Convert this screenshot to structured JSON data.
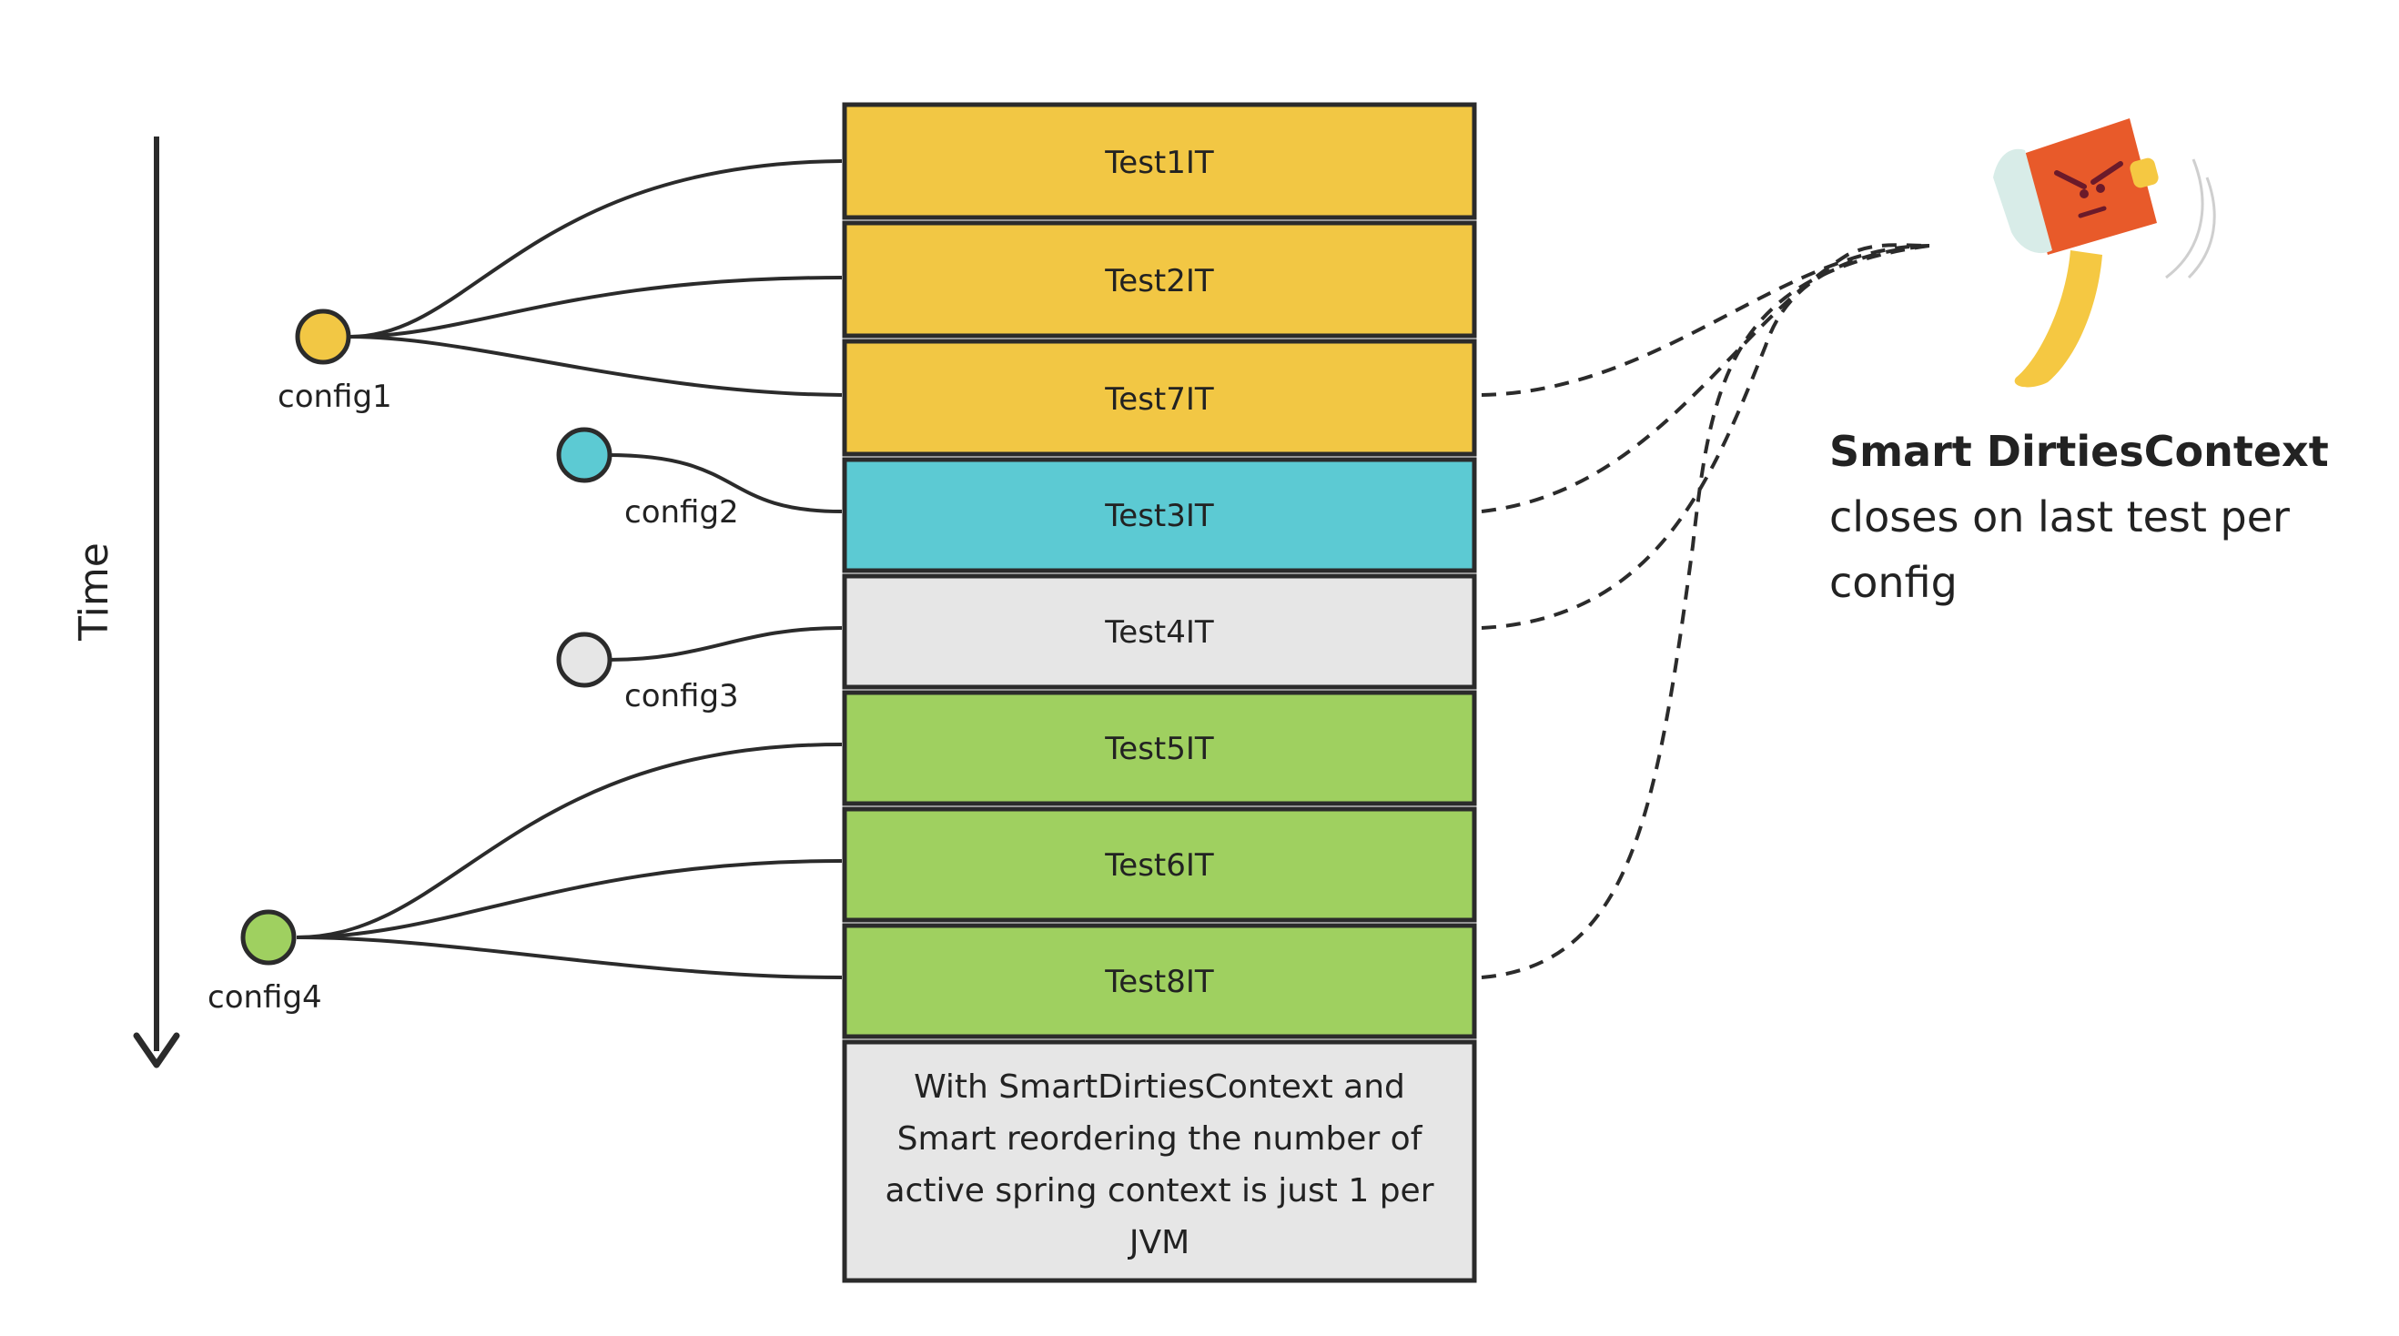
{
  "timeline": {
    "label": "Time"
  },
  "tests": [
    {
      "label": "Test1IT",
      "config": "config1"
    },
    {
      "label": "Test2IT",
      "config": "config1"
    },
    {
      "label": "Test7IT",
      "config": "config1"
    },
    {
      "label": "Test3IT",
      "config": "config2"
    },
    {
      "label": "Test4IT",
      "config": "config3"
    },
    {
      "label": "Test5IT",
      "config": "config4"
    },
    {
      "label": "Test6IT",
      "config": "config4"
    },
    {
      "label": "Test8IT",
      "config": "config4"
    }
  ],
  "configs": [
    {
      "label": "config1",
      "color": "#f2c744"
    },
    {
      "label": "config2",
      "color": "#5ccad3"
    },
    {
      "label": "config3",
      "color": "#e6e6e6"
    },
    {
      "label": "config4",
      "color": "#9fd060"
    }
  ],
  "note": {
    "lines": [
      "With SmartDirtiesContext and",
      "Smart reordering the number of",
      "active spring context is just 1 per",
      "JVM"
    ],
    "color": "#e6e6e6"
  },
  "callout": {
    "title": "Smart DirtiesContext",
    "body_lines": [
      "closes on last test per",
      "config"
    ],
    "icon": "axe-icon"
  },
  "colors": {
    "stroke": "#2b2b2b",
    "axe_head": "#e85a2a",
    "axe_handle": "#f5c842",
    "axe_blade": "#d8ece8"
  }
}
